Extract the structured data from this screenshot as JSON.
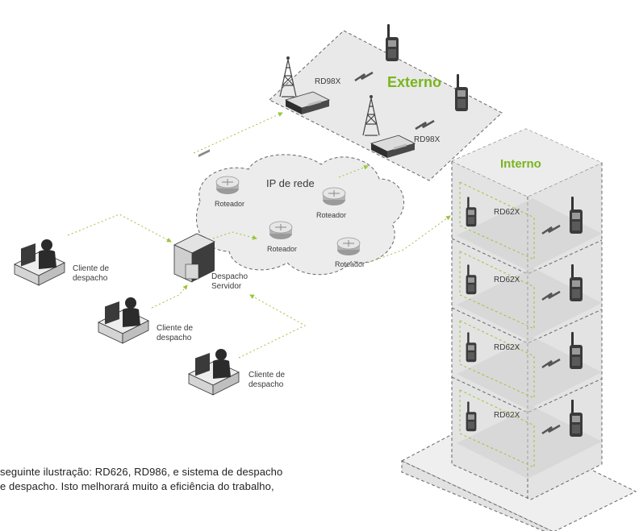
{
  "labels": {
    "externo": "Externo",
    "interno": "Interno",
    "ip_rede": "IP de rede",
    "rd98x_1": "RD98X",
    "rd98x_2": "RD98X",
    "roteador": "Roteador",
    "rd62x": "RD62X",
    "despacho_servidor_1": "Despacho",
    "despacho_servidor_2": "Servidor",
    "cliente_1": "Cliente de",
    "cliente_2": "despacho"
  },
  "paragraph": {
    "line1": "seguinte ilustração: RD626, RD986, e sistema de despacho",
    "line2": "e despacho. Isto melhorará muito a eficiência do trabalho,"
  },
  "colors": {
    "green_label": "#7ab51d",
    "dash_link": "#9bc53d",
    "line_gray": "#555555"
  }
}
